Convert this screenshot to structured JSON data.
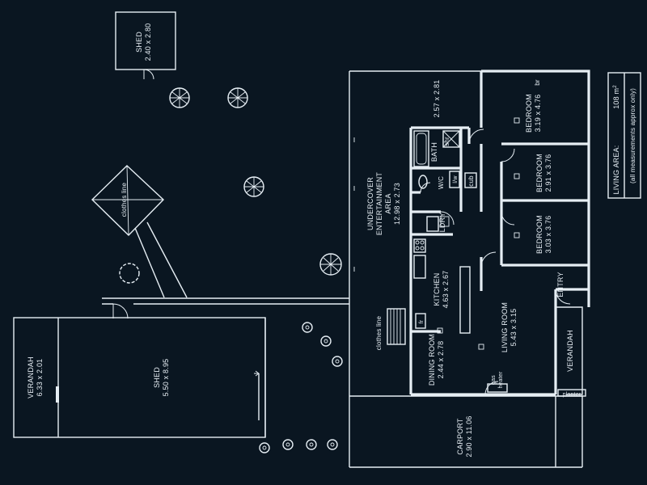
{
  "colors": {
    "background": "#0a1621",
    "line": "#e6eef4"
  },
  "labels": {
    "shed_small": "SHED",
    "shed_small_dim": "2.40 x 2.80",
    "clothes_line_top": "clothes line",
    "undercover": "UNDERCOVER",
    "entertainment": "ENTERTAINMENT",
    "area": "AREA",
    "undercover_dim": "12.98 x 2.73",
    "dim_257": "2.57 x 2.81",
    "bath": "BATH",
    "shr": "shr",
    "wc": "W/C",
    "lw": "l/w",
    "cub": "cub",
    "ldry": "LDRY",
    "bedroom1": "BEDROOM",
    "bedroom1_dim": "3.19 x 4.76",
    "br": "br",
    "bedroom2": "BEDROOM",
    "bedroom2_dim": "2.91 x 3.76",
    "bedroom3": "BEDROOM",
    "bedroom3_dim": "3.03 x 3.76",
    "kitchen": "KITCHEN",
    "kitchen_dim": "4.63 x 2.67",
    "fr": "fr",
    "clothes_line_bottom": "clothes line",
    "dining": "DINING ROOM",
    "dining_dim": "2.44 x 2.78",
    "living": "LIVING ROOM",
    "living_dim": "5.43 x 3.15",
    "gas": "gas",
    "heater": "heater",
    "entry": "ENTRY",
    "verandah_front": "VERANDAH",
    "planter": "planter",
    "carport": "CARPORT",
    "carport_dim": "2.90 x 11.06",
    "verandah_shed": "VERANDAH",
    "verandah_shed_dim": "6.33 x 2.01",
    "shed_large": "SHED",
    "shed_large_dim": "5.50 x 8.95",
    "living_area": "LIVING AREA:",
    "living_area_value": "108 m",
    "living_area_sup": "2",
    "approx": "(all measurements approx only)"
  }
}
